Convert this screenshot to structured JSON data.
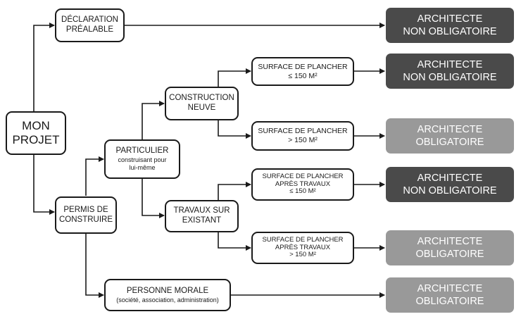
{
  "nodes": {
    "mon_projet": "MON\nPROJET",
    "declaration": "DÉCLARATION\nPRÉALABLE",
    "permis": "PERMIS DE\nCONSTRUIRE",
    "particulier": "PARTICULIER",
    "particulier_sub": "construisant pour\nlui-même",
    "personne_morale": "PERSONNE MORALE",
    "personne_morale_sub": "(société, association, administration)",
    "construction_neuve": "CONSTRUCTION\nNEUVE",
    "travaux_existant": "TRAVAUX SUR\nEXISTANT",
    "surface_le_150": "SURFACE DE PLANCHER\n≤ 150 M²",
    "surface_gt_150": "SURFACE DE PLANCHER\n> 150 M²",
    "surface_travaux_le_150": "SURFACE DE PLANCHER\nAPRÈS TRAVAUX\n≤ 150 M²",
    "surface_travaux_gt_150": "SURFACE DE PLANCHER\nAPRÈS TRAVAUX\n> 150 M²"
  },
  "results": [
    "ARCHITECTE\nNON OBLIGATOIRE",
    "ARCHITECTE\nNON OBLIGATOIRE",
    "ARCHITECTE\nOBLIGATOIRE",
    "ARCHITECTE\nNON OBLIGATOIRE",
    "ARCHITECTE\nOBLIGATOIRE",
    "ARCHITECTE\nOBLIGATOIRE"
  ],
  "colors": {
    "line": "#1a1a1a",
    "not_required": "#4a4a4a",
    "required": "#999999"
  }
}
